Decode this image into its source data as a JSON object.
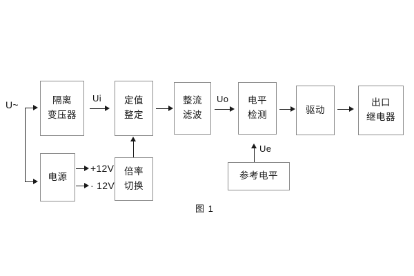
{
  "figure": {
    "caption": "图 1",
    "line_color": "#1a1a1a",
    "box_border_color": "#8a8a8a",
    "background": "#ffffff"
  },
  "blocks": [
    {
      "id": "isolation-transformer",
      "lines": [
        "隔离",
        "变压器"
      ]
    },
    {
      "id": "setting-value",
      "lines": [
        "定值",
        "整定"
      ]
    },
    {
      "id": "rectify-filter",
      "lines": [
        "整流",
        "滤波"
      ]
    },
    {
      "id": "level-detection",
      "lines": [
        "电平",
        "检测"
      ]
    },
    {
      "id": "drive",
      "lines": [
        "驱动"
      ]
    },
    {
      "id": "output-relay",
      "lines": [
        "出口",
        "继电器"
      ]
    },
    {
      "id": "power-supply",
      "lines": [
        "电源"
      ]
    },
    {
      "id": "multiplier-switch",
      "lines": [
        "倍率",
        "切换"
      ]
    },
    {
      "id": "reference-level",
      "lines": [
        "参考电平"
      ]
    }
  ],
  "signals": {
    "input_source": "U~",
    "ui": "Ui",
    "uo": "Uo",
    "ue": "Ue",
    "supply_positive": "+12V",
    "supply_negative": "· 12V"
  }
}
